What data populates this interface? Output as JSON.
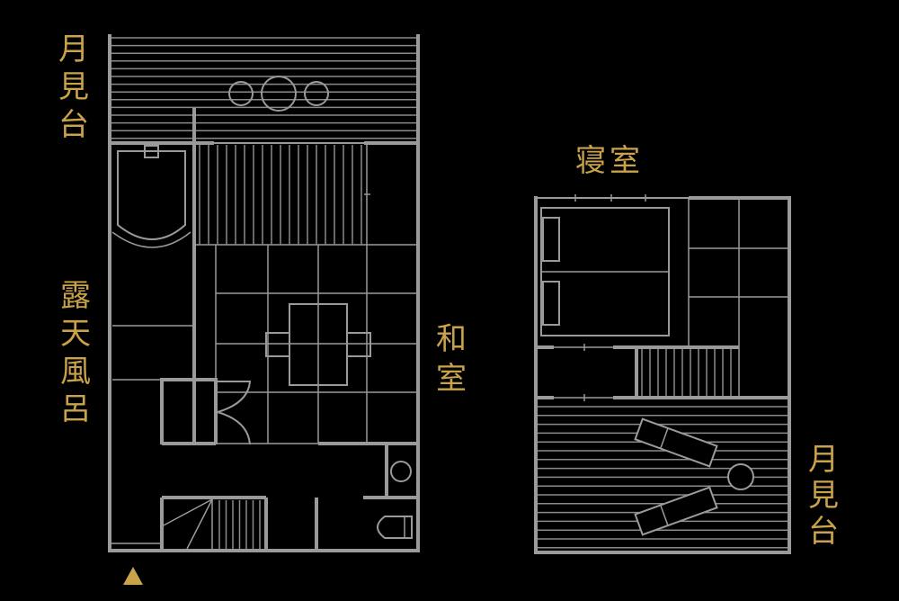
{
  "labels": {
    "moon_deck_left": [
      "月",
      "見",
      "台"
    ],
    "outdoor_bath": [
      "露",
      "天",
      "風",
      "呂"
    ],
    "japanese_room": [
      "和",
      "室"
    ],
    "bedroom": "寝室",
    "moon_deck_right": [
      "月",
      "見",
      "台"
    ]
  },
  "colors": {
    "background": "#000000",
    "lines": "#9a9a9a",
    "labels": "#c9a24a"
  },
  "icons": {
    "entrance_marker": "triangle-up"
  }
}
